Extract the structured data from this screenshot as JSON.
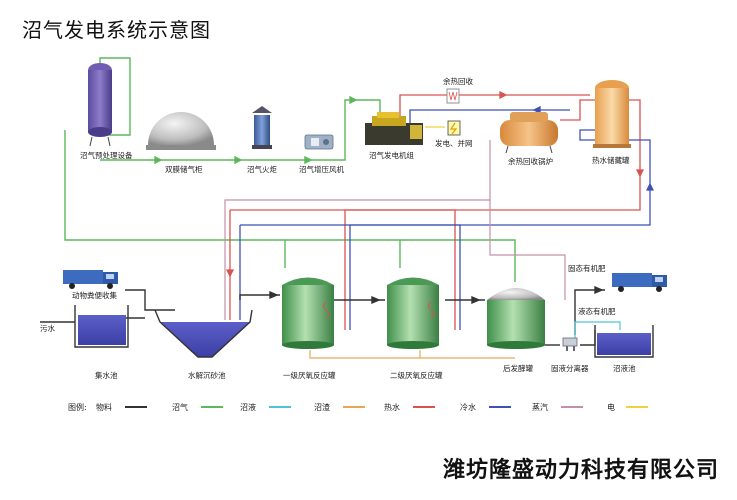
{
  "title": "沼气发电系统示意图",
  "company": "潍坊隆盛动力科技有限公司",
  "labels": {
    "pretreatment": "沼气预处理设备",
    "gas_holder": "双膜储气柜",
    "torch": "沼气火炬",
    "booster": "沼气增压风机",
    "genset": "沼气发电机组",
    "grid": "发电、并网",
    "heat_recovery": "余热回收",
    "boiler": "余热回收锅炉",
    "hot_tank": "热水储藏罐",
    "manure": "动物粪便收集",
    "sewage": "污水",
    "collect_pool": "集水池",
    "hydrolysis": "水解沉砂池",
    "reactor1": "一级厌氧反应罐",
    "reactor2": "二级厌氧反应罐",
    "post_ferment": "后发酵罐",
    "solid_fert": "固态有机肥",
    "liquid_fert": "液态有机肥",
    "separator": "固液分离器",
    "slurry_pool": "沼液池"
  },
  "legend": {
    "prefix": "图例:",
    "items": [
      {
        "label": "物料",
        "color": "#333333"
      },
      {
        "label": "沼气",
        "color": "#5cb85c"
      },
      {
        "label": "沼液",
        "color": "#4fc3d9"
      },
      {
        "label": "沼渣",
        "color": "#e8a65c"
      },
      {
        "label": "热水",
        "color": "#d9534f"
      },
      {
        "label": "冷水",
        "color": "#3f51b5"
      },
      {
        "label": "蒸汽",
        "color": "#c48fa8"
      },
      {
        "label": "电",
        "color": "#f0d23c"
      }
    ]
  },
  "colors": {
    "gas": "#5cb85c",
    "hot": "#d9534f",
    "cold": "#3f51b5",
    "steam": "#c48fa8",
    "slurry": "#4fc3d9",
    "residue": "#e8a65c",
    "material": "#333333",
    "power": "#f0d23c"
  }
}
